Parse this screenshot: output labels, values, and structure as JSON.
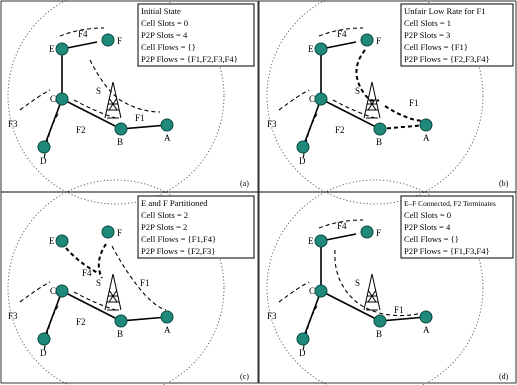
{
  "panels": [
    {
      "tag": "(a)",
      "info": [
        "Initial State",
        "Cell Slots = 0",
        "P2P Slots = 4",
        "Cell Flows = {}",
        "P2P Flows = {F1,F2,F3,F4}"
      ]
    },
    {
      "tag": "(b)",
      "info": [
        "Unfair Low Rate for F1",
        "Cell Slots = 1",
        "P2P Slots = 3",
        "Cell Flows = {F1}",
        "P2P Flows = {F2,F3,F4}"
      ]
    },
    {
      "tag": "(c)",
      "info": [
        "E and F Partitioned",
        "Cell Slots = 2",
        "P2P Slots = 2",
        "Cell Flows = {F1,F4}",
        "P2P Flows = {F2,F3}"
      ]
    },
    {
      "tag": "(d)",
      "info": [
        "E–F Connected, F2 Terminates",
        "Cell Slots = 0",
        "P2P Slots = 4",
        "Cell Flows = {}",
        "P2P Flows = {F1,F3,F4}"
      ]
    }
  ],
  "node_labels": {
    "A": "A",
    "B": "B",
    "C": "C",
    "D": "D",
    "E": "E",
    "F": "F",
    "S": "S"
  },
  "flow_labels": {
    "F1": "F1",
    "F2": "F2",
    "F3": "F3",
    "F4": "F4"
  },
  "colors": {
    "node": "#1f8a7a",
    "node_stroke": "#0e4a42",
    "line": "#000000",
    "background": "#ffffff"
  },
  "icons": {
    "base_station": "lattice-tower-icon"
  }
}
